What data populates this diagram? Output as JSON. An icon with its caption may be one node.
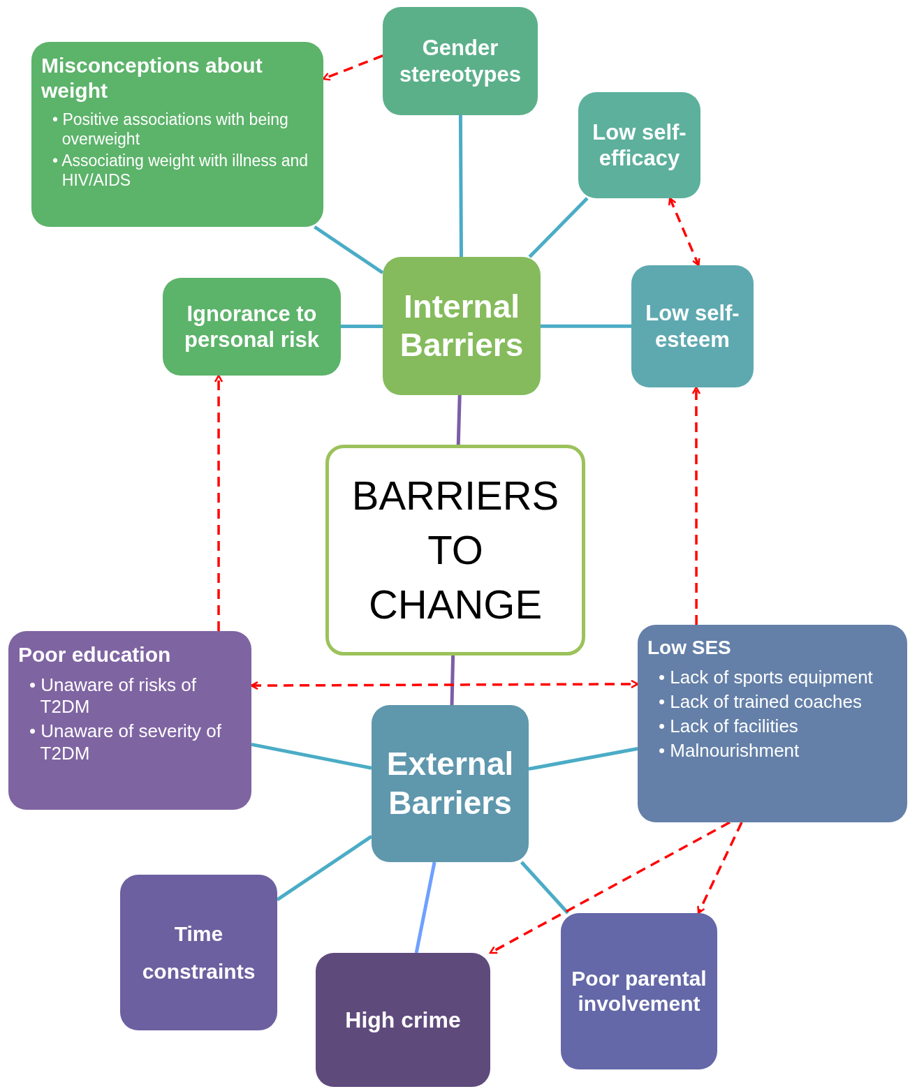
{
  "diagram": {
    "nodes": [
      {
        "text": [
          "Misconceptions about weight",
          "• Positive associations with being overweight",
          "• Associating weight with illness and HIV/AIDS"
        ]
      },
      {
        "text": [
          "Gender stereotypes"
        ]
      },
      {
        "text": [
          "Low self-efficacy"
        ]
      },
      {
        "text": [
          "Ignorance to personal risk"
        ]
      },
      {
        "text": [
          "Internal Barriers"
        ]
      },
      {
        "text": [
          "Low self-esteem"
        ]
      },
      {
        "text": [
          "BARRIERS TO CHANGE"
        ]
      },
      {
        "text": [
          "Poor education",
          "• Unaware of risks of T2DM",
          "• Unaware of severity of T2DM"
        ]
      },
      {
        "text": [
          "Low SES",
          "• Lack of sports equipment",
          "• Lack of trained coaches",
          "• Lack of facilities",
          "• Malnourishment"
        ]
      },
      {
        "text": [
          "External Barriers"
        ]
      },
      {
        "text": [
          "Time constraints"
        ]
      },
      {
        "text": [
          "High crime"
        ]
      },
      {
        "text": [
          "Poor parental involvement"
        ]
      }
    ],
    "edges": [
      {
        "from": 4,
        "to": 0,
        "arrow": "none"
      },
      {
        "from": 4,
        "to": 1,
        "arrow": "none"
      },
      {
        "from": 4,
        "to": 2,
        "arrow": "none"
      },
      {
        "from": 4,
        "to": 3,
        "arrow": "none"
      },
      {
        "from": 4,
        "to": 5,
        "arrow": "none"
      },
      {
        "from": 6,
        "to": 4,
        "arrow": "none",
        "color": "#7b5ea7"
      },
      {
        "from": 6,
        "to": 9,
        "arrow": "none",
        "color": "#7b5ea7"
      },
      {
        "from": 9,
        "to": 7,
        "arrow": "none"
      },
      {
        "from": 9,
        "to": 8,
        "arrow": "none"
      },
      {
        "from": 9,
        "to": 10,
        "arrow": "none"
      },
      {
        "from": 9,
        "to": 11,
        "arrow": "none",
        "color": "#6fa0ff"
      },
      {
        "from": 9,
        "to": 12,
        "arrow": "none"
      },
      {
        "from": 1,
        "to": 0,
        "arrow": "to",
        "style": "dashed",
        "color": "#ff0000"
      },
      {
        "from": 2,
        "to": 5,
        "arrow": "both",
        "style": "dashed",
        "color": "#ff0000"
      },
      {
        "from": 7,
        "to": 3,
        "arrow": "to",
        "style": "dashed",
        "color": "#ff0000"
      },
      {
        "from": 8,
        "to": 5,
        "arrow": "to",
        "style": "dashed",
        "color": "#ff0000"
      },
      {
        "from": 7,
        "to": 8,
        "arrow": "both",
        "style": "dashed",
        "color": "#ff0000"
      },
      {
        "from": 8,
        "to": 11,
        "arrow": "to",
        "style": "dashed",
        "color": "#ff0000"
      },
      {
        "from": 8,
        "to": 12,
        "arrow": "to",
        "style": "dashed",
        "color": "#ff0000"
      }
    ]
  }
}
